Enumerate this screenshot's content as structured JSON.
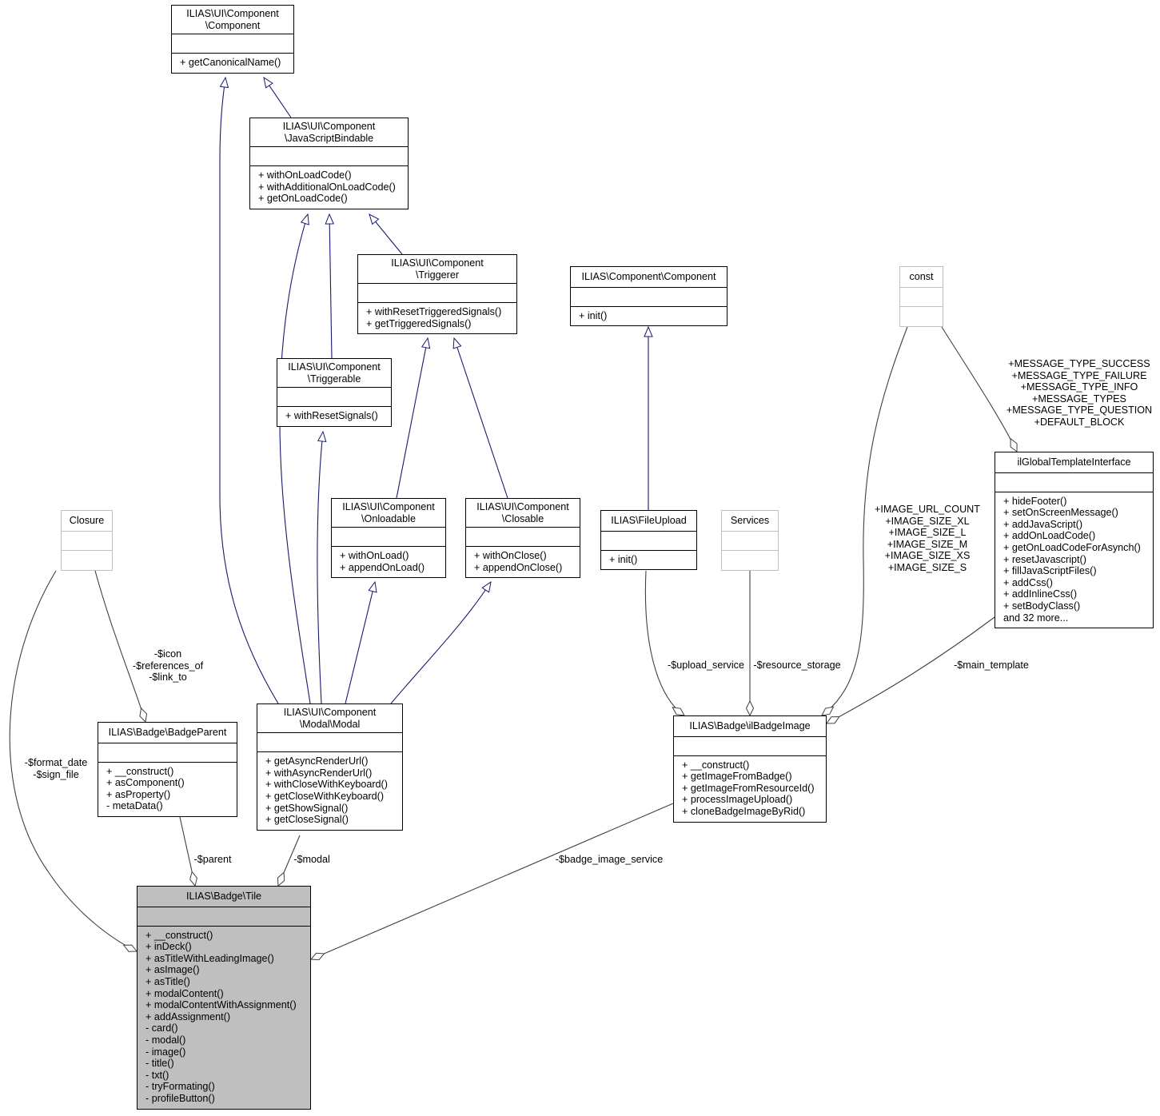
{
  "colors": {
    "inheritance": "#191970",
    "composition": "#404040",
    "focus_fill": "#bfbfbf",
    "external_border": "#bfbfbf"
  },
  "nodes": {
    "component": {
      "title": "ILIAS\\UI\\Component\n\\Component",
      "methods": "+ getCanonicalName()"
    },
    "jsbindable": {
      "title": "ILIAS\\UI\\Component\n\\JavaScriptBindable",
      "methods": "+ withOnLoadCode()\n+ withAdditionalOnLoadCode()\n+ getOnLoadCode()"
    },
    "triggerer": {
      "title": "ILIAS\\UI\\Component\n\\Triggerer",
      "methods": "+ withResetTriggeredSignals()\n+ getTriggeredSignals()"
    },
    "triggerable": {
      "title": "ILIAS\\UI\\Component\n\\Triggerable",
      "methods": "+ withResetSignals()"
    },
    "onloadable": {
      "title": "ILIAS\\UI\\Component\n\\Onloadable",
      "methods": "+ withOnLoad()\n+ appendOnLoad()"
    },
    "closable": {
      "title": "ILIAS\\UI\\Component\n\\Closable",
      "methods": "+ withOnClose()\n+ appendOnClose()"
    },
    "modal": {
      "title": "ILIAS\\UI\\Component\n\\Modal\\Modal",
      "methods": "+ getAsyncRenderUrl()\n+ withAsyncRenderUrl()\n+ withCloseWithKeyboard()\n+ getCloseWithKeyboard()\n+ getShowSignal()\n+ getCloseSignal()"
    },
    "corecomponent": {
      "title": "ILIAS\\Component\\Component",
      "methods": "+ init()"
    },
    "fileupload": {
      "title": "ILIAS\\FileUpload",
      "methods": "+ init()"
    },
    "services": {
      "title": "Services",
      "methods": ""
    },
    "const": {
      "title": "const",
      "methods": ""
    },
    "globaltemplate": {
      "title": "ilGlobalTemplateInterface",
      "methods": "+ hideFooter()\n+ setOnScreenMessage()\n+ addJavaScript()\n+ addOnLoadCode()\n+ getOnLoadCodeForAsynch()\n+ resetJavascript()\n+ fillJavaScriptFiles()\n+ addCss()\n+ addInlineCss()\n+ setBodyClass()\nand 32 more..."
    },
    "badgeimage": {
      "title": "ILIAS\\Badge\\ilBadgeImage",
      "methods": "+ __construct()\n+ getImageFromBadge()\n+ getImageFromResourceId()\n+ processImageUpload()\n+ cloneBadgeImageByRid()"
    },
    "closure": {
      "title": "Closure",
      "methods": ""
    },
    "badgeparent": {
      "title": "ILIAS\\Badge\\BadgeParent",
      "methods": "+ __construct()\n+ asComponent()\n+ asProperty()\n- metaData()"
    },
    "tile": {
      "title": "ILIAS\\Badge\\Tile",
      "methods": "+ __construct()\n+ inDeck()\n+ asTitleWithLeadingImage()\n+ asImage()\n+ asTitle()\n+ modalContent()\n+ modalContentWithAssignment()\n+ addAssignment()\n- card()\n- modal()\n- image()\n- title()\n- txt()\n- tryFormating()\n- profileButton()"
    }
  },
  "edges": [
    {
      "from": "jsbindable",
      "to": "component",
      "kind": "inheritance",
      "label": ""
    },
    {
      "from": "modal",
      "to": "component",
      "kind": "inheritance",
      "label": ""
    },
    {
      "from": "modal",
      "to": "jsbindable",
      "kind": "inheritance",
      "label": ""
    },
    {
      "from": "modal",
      "to": "triggerable",
      "kind": "inheritance",
      "label": ""
    },
    {
      "from": "triggerable",
      "to": "jsbindable",
      "kind": "inheritance",
      "label": ""
    },
    {
      "from": "triggerer",
      "to": "jsbindable",
      "kind": "inheritance",
      "label": ""
    },
    {
      "from": "onloadable",
      "to": "triggerer",
      "kind": "inheritance",
      "label": ""
    },
    {
      "from": "closable",
      "to": "triggerer",
      "kind": "inheritance",
      "label": ""
    },
    {
      "from": "modal",
      "to": "onloadable",
      "kind": "inheritance",
      "label": ""
    },
    {
      "from": "modal",
      "to": "closable",
      "kind": "inheritance",
      "label": ""
    },
    {
      "from": "fileupload",
      "to": "corecomponent",
      "kind": "inheritance",
      "label": ""
    },
    {
      "from": "closure",
      "to": "tile",
      "kind": "composition",
      "label": "-$format_date\n-$sign_file"
    },
    {
      "from": "closure",
      "to": "badgeparent",
      "kind": "composition",
      "label": "-$icon\n-$references_of\n-$link_to"
    },
    {
      "from": "badgeparent",
      "to": "tile",
      "kind": "composition",
      "label": "-$parent"
    },
    {
      "from": "modal",
      "to": "tile",
      "kind": "composition",
      "label": "-$modal"
    },
    {
      "from": "badgeimage",
      "to": "tile",
      "kind": "composition",
      "label": "-$badge_image_service"
    },
    {
      "from": "fileupload",
      "to": "badgeimage",
      "kind": "composition",
      "label": "-$upload_service"
    },
    {
      "from": "services",
      "to": "badgeimage",
      "kind": "composition",
      "label": "-$resource_storage"
    },
    {
      "from": "const",
      "to": "badgeimage",
      "kind": "composition",
      "label": "+IMAGE_URL_COUNT\n+IMAGE_SIZE_XL\n+IMAGE_SIZE_L\n+IMAGE_SIZE_M\n+IMAGE_SIZE_XS\n+IMAGE_SIZE_S"
    },
    {
      "from": "const",
      "to": "globaltemplate",
      "kind": "composition",
      "label": "+MESSAGE_TYPE_SUCCESS\n+MESSAGE_TYPE_FAILURE\n+MESSAGE_TYPE_INFO\n+MESSAGE_TYPES\n+MESSAGE_TYPE_QUESTION\n+DEFAULT_BLOCK"
    },
    {
      "from": "globaltemplate",
      "to": "badgeimage",
      "kind": "composition",
      "label": "-$main_template"
    }
  ]
}
